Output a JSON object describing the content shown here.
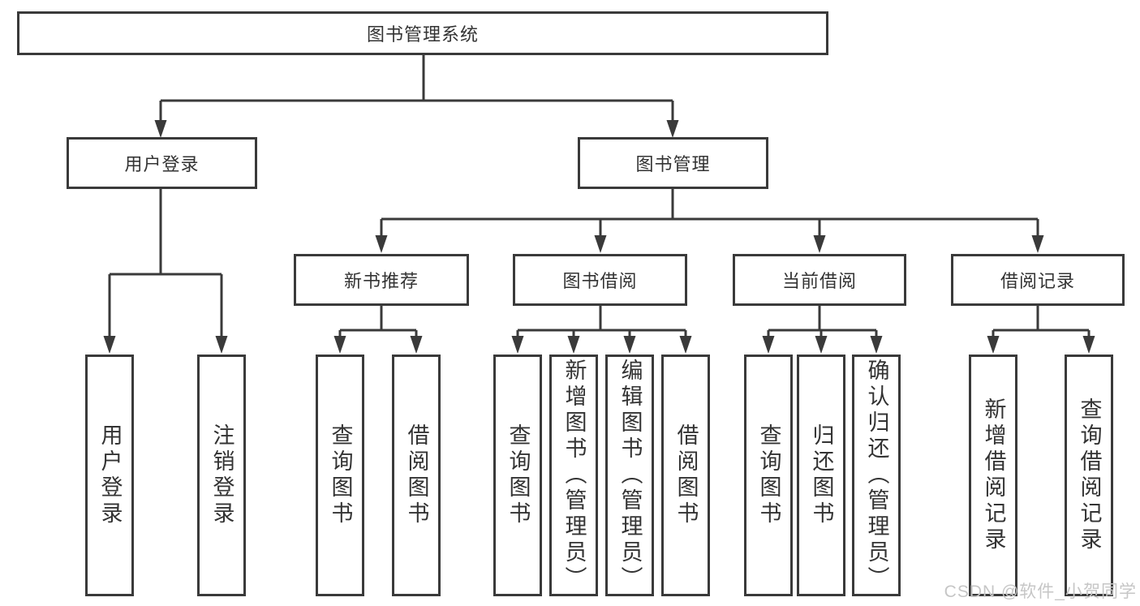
{
  "colors": {
    "line": "#3a3a3a",
    "box_border": "#3a3a3a",
    "text": "#333333",
    "background": "#ffffff",
    "watermark_text": "#c6c6c6"
  },
  "diagram_type": "hierarchy-tree",
  "tree": {
    "label": "图书管理系统",
    "children": [
      {
        "label": "用户登录",
        "children": [
          {
            "label": "用户登录"
          },
          {
            "label": "注销登录"
          }
        ]
      },
      {
        "label": "图书管理",
        "children": [
          {
            "label": "新书推荐",
            "children": [
              {
                "label": "查询图书"
              },
              {
                "label": "借阅图书"
              }
            ]
          },
          {
            "label": "图书借阅",
            "children": [
              {
                "label": "查询图书"
              },
              {
                "label": "新增图书（管理员）"
              },
              {
                "label": "编辑图书（管理员）"
              },
              {
                "label": "借阅图书"
              }
            ]
          },
          {
            "label": "当前借阅",
            "children": [
              {
                "label": "查询图书"
              },
              {
                "label": "归还图书"
              },
              {
                "label": "确认归还（管理员）"
              }
            ]
          },
          {
            "label": "借阅记录",
            "children": [
              {
                "label": "新增借阅记录"
              },
              {
                "label": "查询借阅记录"
              }
            ]
          }
        ]
      }
    ]
  },
  "watermark": "CSDN @软件_小贺同学"
}
